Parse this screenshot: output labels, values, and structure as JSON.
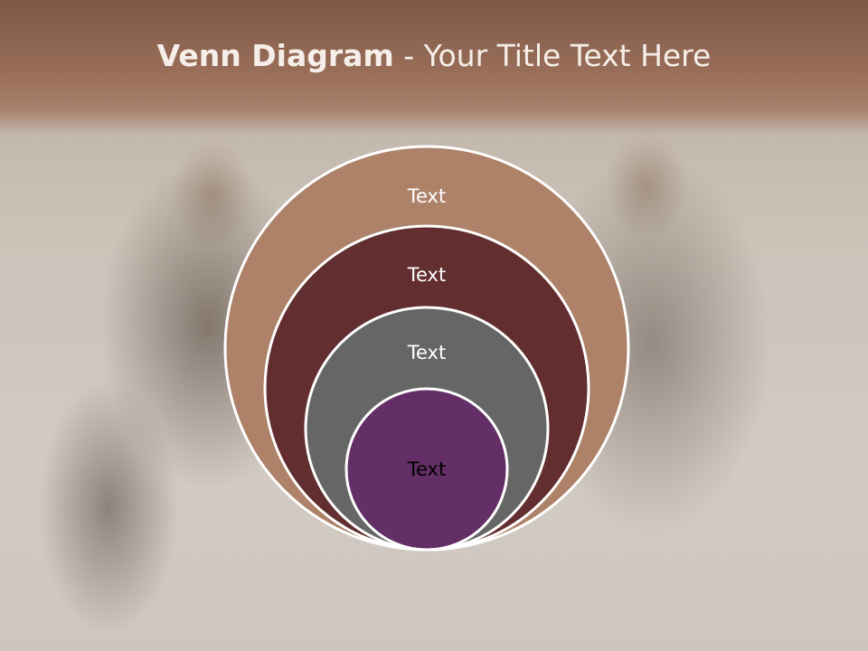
{
  "slide": {
    "title_bold": "Venn Diagram",
    "title_rest": " - Your Title Text Here"
  },
  "diagram": {
    "rings": [
      {
        "label": "Text",
        "fill": "#ad8269",
        "label_color": "#ffffff"
      },
      {
        "label": "Text",
        "fill": "#632e2f",
        "label_color": "#ffffff"
      },
      {
        "label": "Text",
        "fill": "#666666",
        "label_color": "#ffffff"
      },
      {
        "label": "Text",
        "fill": "#632f66",
        "label_color": "#000000"
      }
    ],
    "outline_color": "#ffffff"
  }
}
